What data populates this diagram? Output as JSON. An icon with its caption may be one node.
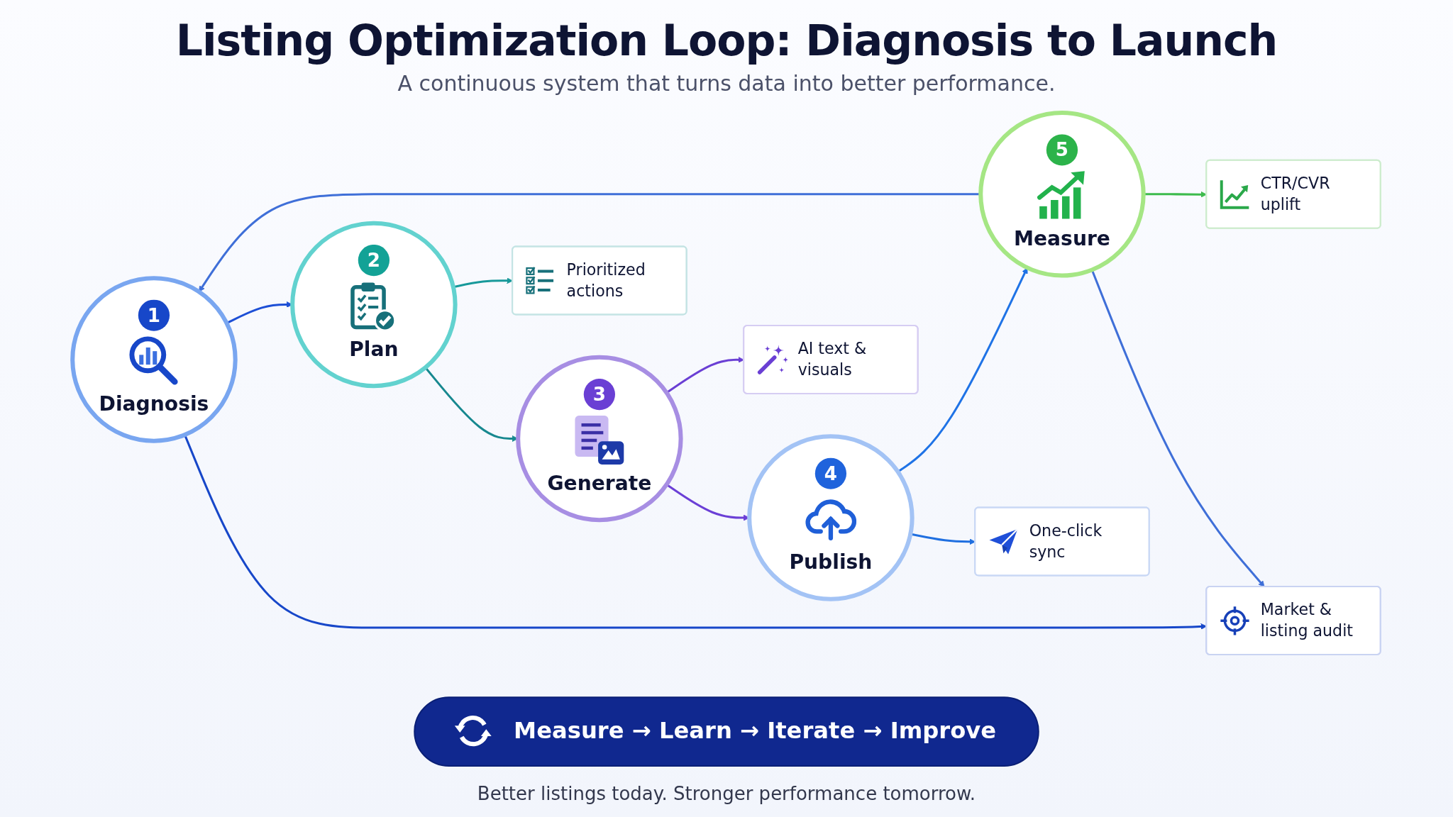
{
  "diagram": {
    "title": "Listing Optimization Loop: Diagnosis to Launch",
    "caption": "Better listings today. Stronger performance tomorrow.",
    "nodes": [
      {
        "text": [
          "1",
          "Diagnosis"
        ]
      },
      {
        "text": [
          "2",
          "Plan"
        ]
      },
      {
        "text": [
          "3",
          "Generate"
        ]
      },
      {
        "text": [
          "4",
          "Publish"
        ]
      },
      {
        "text": [
          "5",
          "Measure"
        ]
      },
      {
        "text": [
          "Market & listing audit"
        ]
      },
      {
        "text": [
          "Prioritized actions"
        ]
      },
      {
        "text": [
          "AI text & visuals"
        ]
      },
      {
        "text": [
          "One-click sync"
        ]
      },
      {
        "text": [
          "CTR/CVR uplift"
        ]
      },
      {
        "text": [
          "Measure → Learn → Iterate → Improve"
        ]
      }
    ],
    "edges": [
      {
        "from": 0,
        "to": 1,
        "arrow": "to",
        "color": "#1d4fd6"
      },
      {
        "from": 1,
        "to": 2,
        "arrow": "to",
        "color": "#17888f"
      },
      {
        "from": 2,
        "to": 3,
        "arrow": "to",
        "color": "#6b3fd6"
      },
      {
        "from": 3,
        "to": 4,
        "arrow": "to",
        "color": "#1f73e6"
      },
      {
        "from": 0,
        "to": 5,
        "arrow": "to",
        "color": "#1747c9"
      },
      {
        "from": 1,
        "to": 6,
        "arrow": "to",
        "color": "#17999a"
      },
      {
        "from": 2,
        "to": 7,
        "arrow": "to",
        "color": "#6a3fd4"
      },
      {
        "from": 3,
        "to": 8,
        "arrow": "to",
        "color": "#1f6fe0"
      },
      {
        "from": 4,
        "to": 9,
        "arrow": "to",
        "color": "#3dbb4c"
      },
      {
        "from": 4,
        "to": 0,
        "arrow": "to"
      },
      {
        "from": 4,
        "to": 5,
        "arrow": "to"
      }
    ],
    "labels": [
      "A continuous system that turns data into better performance."
    ]
  }
}
